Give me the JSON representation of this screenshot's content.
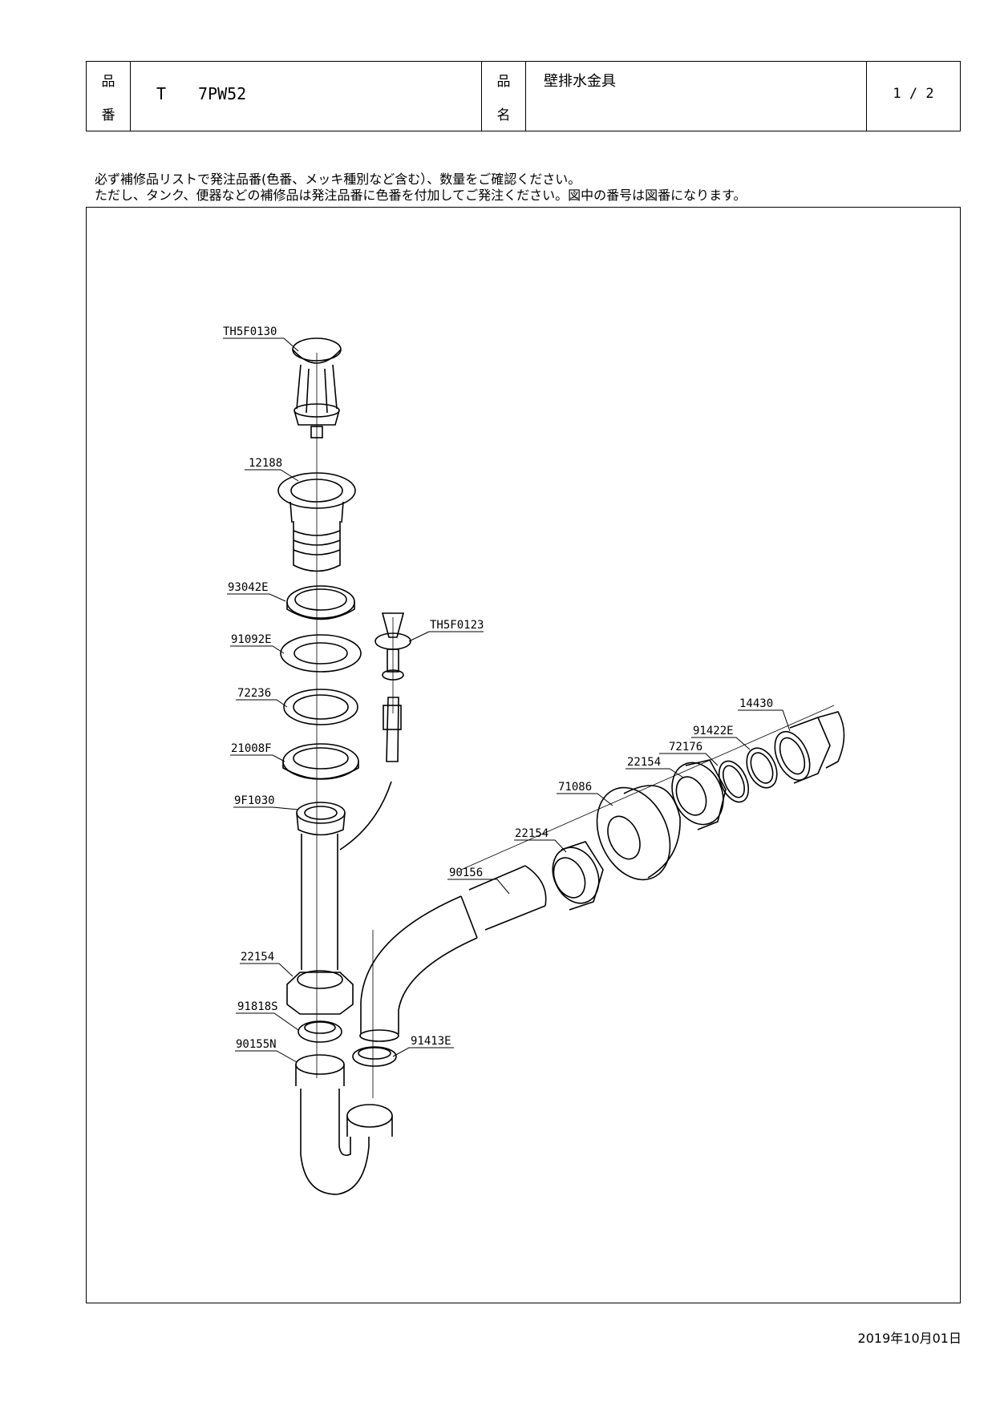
{
  "header": {
    "part_no_label_top": "品",
    "part_no_label_bottom": "番",
    "part_no_prefix": "T",
    "part_no": "7PW52",
    "name_label_top": "品",
    "name_label_bottom": "名",
    "product_name": "壁排水金具",
    "page": "1 / 2"
  },
  "notice": {
    "line1": "必ず補修品リストで発注品番(色番、メッキ種別など含む）、数量をご確認ください。",
    "line2": "ただし、タンク、便器などの補修品は発注品番に色番を付加してご発注ください。図中の番号は図番になります。"
  },
  "parts": [
    {
      "label": "TH5F0130"
    },
    {
      "label": "12188"
    },
    {
      "label": "93042E"
    },
    {
      "label": "91092E"
    },
    {
      "label": "72236"
    },
    {
      "label": "21008F"
    },
    {
      "label": "9F1030"
    },
    {
      "label": "TH5F0123"
    },
    {
      "label": "22154"
    },
    {
      "label": "91818S"
    },
    {
      "label": "90155N"
    },
    {
      "label": "91413E"
    },
    {
      "label": "90156"
    },
    {
      "label": "22154"
    },
    {
      "label": "71086"
    },
    {
      "label": "22154"
    },
    {
      "label": "72176"
    },
    {
      "label": "91422E"
    },
    {
      "label": "14430"
    }
  ],
  "footer": {
    "date": "2019年10月01日"
  }
}
